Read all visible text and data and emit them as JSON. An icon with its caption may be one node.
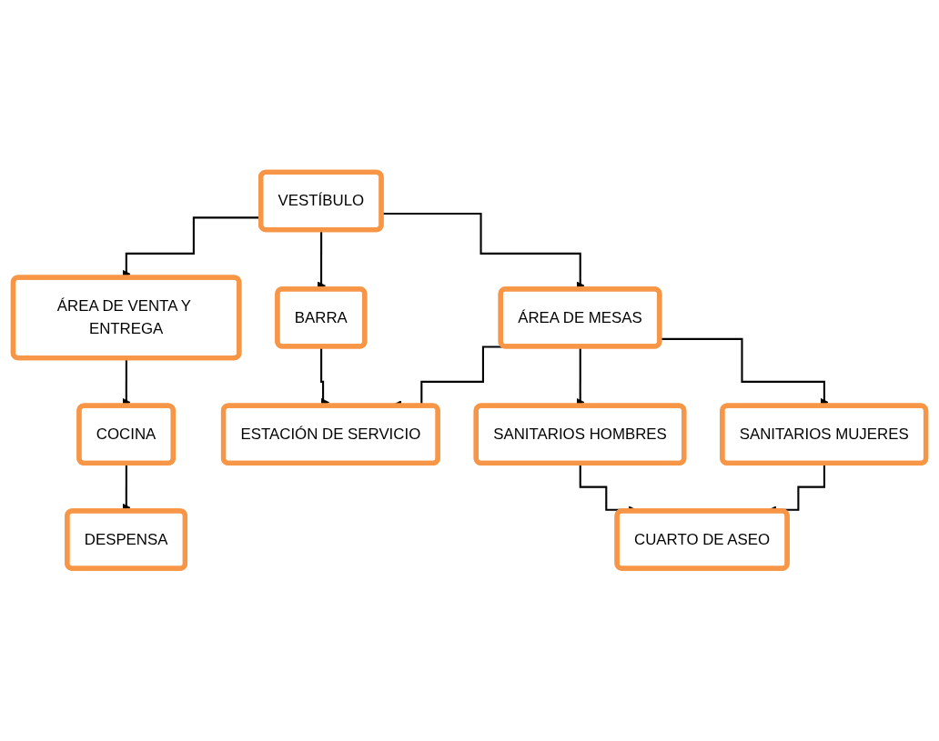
{
  "diagram": {
    "nodes": [
      {
        "text": [
          "VESTÍBULO"
        ]
      },
      {
        "text": [
          "COCINA"
        ]
      },
      {
        "text": [
          "ÁREA DE VENTA Y ENTREGA"
        ]
      },
      {
        "text": [
          "ÁREA DE MESAS"
        ]
      },
      {
        "text": [
          "BARRA"
        ]
      },
      {
        "text": [
          "DESPENSA"
        ]
      },
      {
        "text": [
          "ESTACIÓN DE SERVICIO"
        ]
      },
      {
        "text": [
          "SANITARIOS MUJERES"
        ]
      },
      {
        "text": [
          "SANITARIOS HOMBRES"
        ]
      },
      {
        "text": [
          "CUARTO DE ASEO"
        ]
      }
    ],
    "edges": [
      {
        "from": 0,
        "to": 2,
        "arrow": "to"
      },
      {
        "from": 0,
        "to": 3,
        "arrow": "to"
      },
      {
        "from": 0,
        "to": 4,
        "arrow": "to"
      },
      {
        "from": 2,
        "to": 1,
        "arrow": "to"
      },
      {
        "from": 1,
        "to": 5,
        "arrow": "to"
      },
      {
        "from": 3,
        "to": 6,
        "arrow": "to"
      },
      {
        "from": 4,
        "to": 6,
        "arrow": "to"
      },
      {
        "from": 3,
        "to": 7,
        "arrow": "to"
      },
      {
        "from": 3,
        "to": 8,
        "arrow": "to"
      },
      {
        "from": 7,
        "to": 9,
        "arrow": "to"
      },
      {
        "from": 8,
        "to": 9,
        "arrow": "to"
      }
    ]
  }
}
